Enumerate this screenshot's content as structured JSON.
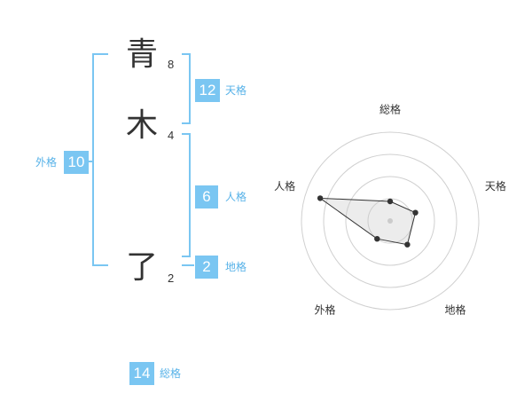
{
  "name": {
    "chars": [
      {
        "char": "青",
        "strokes": "8"
      },
      {
        "char": "木",
        "strokes": "4"
      },
      {
        "char": "了",
        "strokes": "2"
      }
    ]
  },
  "kaku": {
    "tenkaku": {
      "value": "12",
      "label": "天格"
    },
    "jinkaku": {
      "value": "6",
      "label": "人格"
    },
    "chikaku": {
      "value": "2",
      "label": "地格"
    },
    "gaikaku": {
      "value": "10",
      "label": "外格"
    },
    "soukaku": {
      "value": "14",
      "label": "総格"
    }
  },
  "colors": {
    "accent": "#7ac6f2",
    "accent_text": "#57b2e8",
    "text": "#333333"
  },
  "chart_data": {
    "type": "radar",
    "axes": [
      "総格",
      "天格",
      "地格",
      "外格",
      "人格"
    ],
    "values": [
      0.22,
      0.3,
      0.33,
      0.25,
      0.83
    ],
    "max": 1.0,
    "rings": 4
  }
}
